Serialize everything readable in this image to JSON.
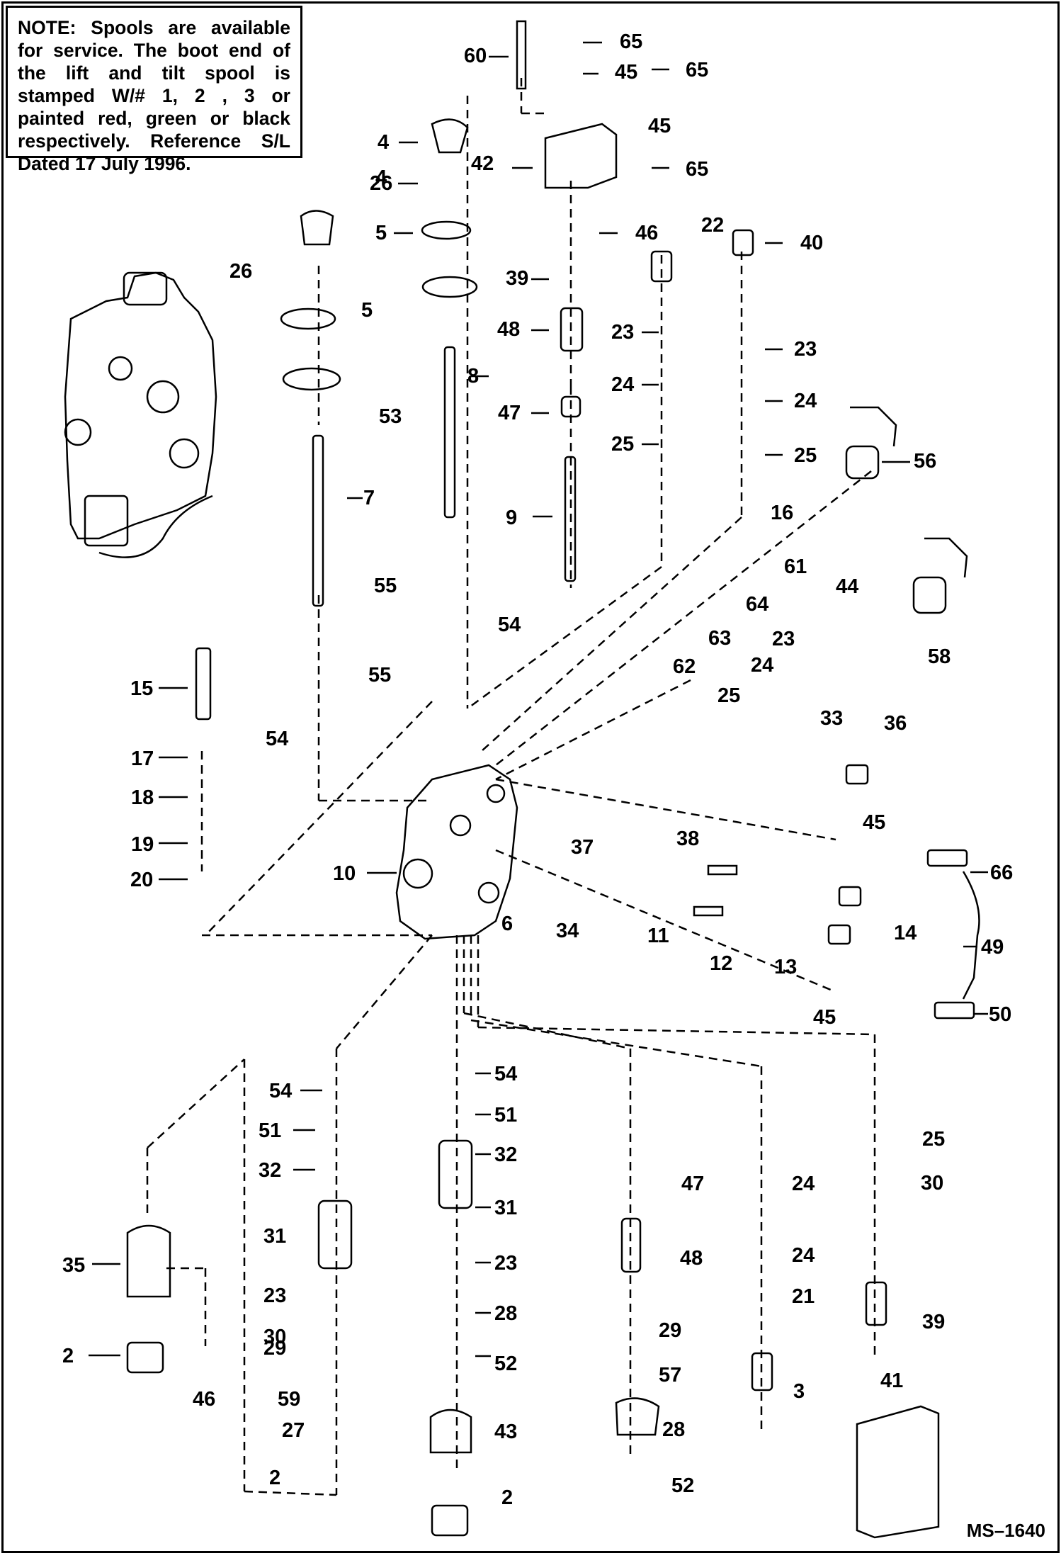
{
  "note": {
    "heading": "NOTE:",
    "body": "Spools are available for service.  The boot end of the lift and tilt spool is stamped W/# 1, 2 , 3 or painted red, green or black respectively.  Reference S/L Dated 17 July 1996."
  },
  "drawing_code": "MS–1640",
  "callouts": [
    "60",
    "65",
    "45",
    "65",
    "45",
    "42",
    "65",
    "4",
    "26",
    "5",
    "46",
    "22",
    "40",
    "4",
    "26",
    "39",
    "5",
    "48",
    "23",
    "23",
    "8",
    "53",
    "24",
    "24",
    "47",
    "25",
    "25",
    "56",
    "7",
    "9",
    "16",
    "61",
    "44",
    "55",
    "64",
    "54",
    "63",
    "23",
    "62",
    "24",
    "58",
    "15",
    "55",
    "25",
    "54",
    "33",
    "36",
    "17",
    "18",
    "45",
    "37",
    "38",
    "19",
    "66",
    "10",
    "20",
    "6",
    "34",
    "11",
    "14",
    "12",
    "13",
    "49",
    "45",
    "50",
    "54",
    "54",
    "51",
    "51",
    "32",
    "32",
    "47",
    "25",
    "31",
    "31",
    "24",
    "30",
    "23",
    "35",
    "30",
    "48",
    "24",
    "29",
    "23",
    "21",
    "39",
    "29",
    "28",
    "52",
    "2",
    "46",
    "57",
    "3",
    "59",
    "41",
    "27",
    "43",
    "28",
    "2",
    "2",
    "52"
  ]
}
